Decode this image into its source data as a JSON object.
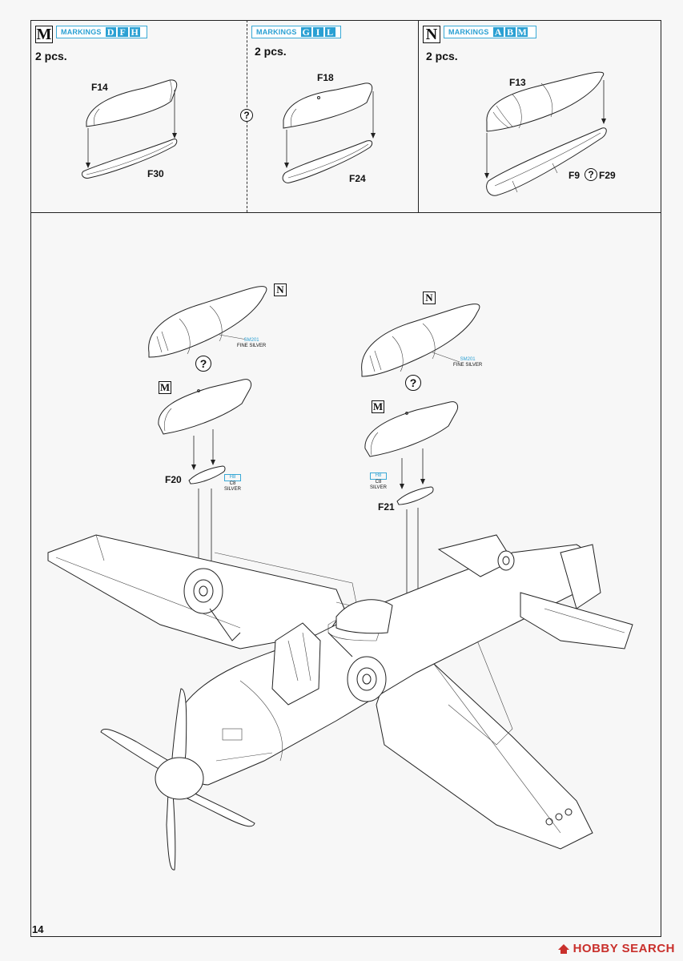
{
  "page": {
    "number": "14"
  },
  "watermark": {
    "text": "HOBBY SEARCH",
    "logo_icon": "hobby-search-logo-icon"
  },
  "top_panels": [
    {
      "letter": "M",
      "markings_label": "MARKINGS",
      "marking_letters": [
        "D",
        "F",
        "H"
      ],
      "pcs": "2 pcs.",
      "parts": [
        "F14",
        "F30"
      ]
    },
    {
      "letter": "",
      "markings_label": "MARKINGS",
      "marking_letters": [
        "G",
        "I",
        "L"
      ],
      "pcs": "2 pcs.",
      "parts": [
        "F18",
        "F24"
      ]
    },
    {
      "letter": "N",
      "markings_label": "MARKINGS",
      "marking_letters": [
        "A",
        "B",
        "M"
      ],
      "pcs": "2 pcs.",
      "parts": [
        "F13",
        "F9",
        "F29"
      ]
    }
  ],
  "main": {
    "left_tank": {
      "variant_n": "N",
      "variant_m": "M",
      "paint_code": "SM201",
      "paint_name": "FINE SILVER",
      "pylon_part": "F20",
      "pylon_paint_code": "H8",
      "pylon_paint_alt": "C8",
      "pylon_paint_name": "SILVER"
    },
    "right_tank": {
      "variant_n": "N",
      "variant_m": "M",
      "paint_code": "SM201",
      "paint_name": "FINE SILVER",
      "pylon_part": "F21",
      "pylon_paint_code": "H8",
      "pylon_paint_alt": "C8",
      "pylon_paint_name": "SILVER"
    }
  },
  "symbols": {
    "question": "?"
  }
}
